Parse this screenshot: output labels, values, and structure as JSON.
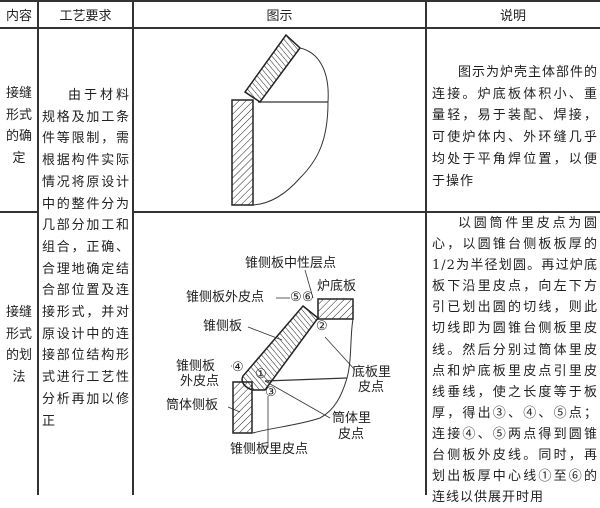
{
  "table": {
    "headers": [
      "内容",
      "工艺要求",
      "图示",
      "说明"
    ],
    "rows": [
      {
        "content": "接缝形式的确定",
        "description": "图示为炉壳主体部件的连接。炉底板体积小、重量轻，易于装配、焊接，可使炉体内、外环缝几乎均处于平角焊位置，以便于操作"
      },
      {
        "content": "接缝形式的划法",
        "description": "以圆筒件里皮点为圆心，以圆锥台侧板板厚的1/2为半径划圆。再过炉底板下沿里皮点，向左下方引已划出圆的切线，则此切线即为圆锥台侧板里皮线。然后分别过筒体里皮点和炉底板里皮点引里皮线垂线，使之长度等于板厚，得出③、④、⑤点；连接④、⑤两点得到圆锥台侧板外皮线。同时，再划出板厚中心线①至⑥的连线以供展开时用"
      }
    ],
    "requirement": "由于材料规格及加工条件等限制，需根据构件实际情况将原设计中的整件分为几部分加工和组合，正确、合理地确定结合部位置及连接形式，并对原设计中的连接部位结构形式进行工艺性分析再加以修正"
  },
  "diagram2_labels": {
    "neutral_point": "锥侧板中性层点",
    "outer_point_56": "锥侧板外皮点",
    "bottom_plate": "炉底板",
    "cone_plate": "锥侧板",
    "outer_point_4_line1": "锥侧板",
    "outer_point_4_line2": "外皮点",
    "shell_plate": "筒体侧板",
    "bottom_inner_line1": "底板里",
    "bottom_inner_line2": "皮点",
    "shell_inner_line1": "筒体里",
    "shell_inner_line2": "皮点",
    "cone_inner_point": "锥侧板里皮点",
    "markers": [
      "①",
      "②",
      "③",
      "④",
      "⑤",
      "⑥"
    ]
  }
}
